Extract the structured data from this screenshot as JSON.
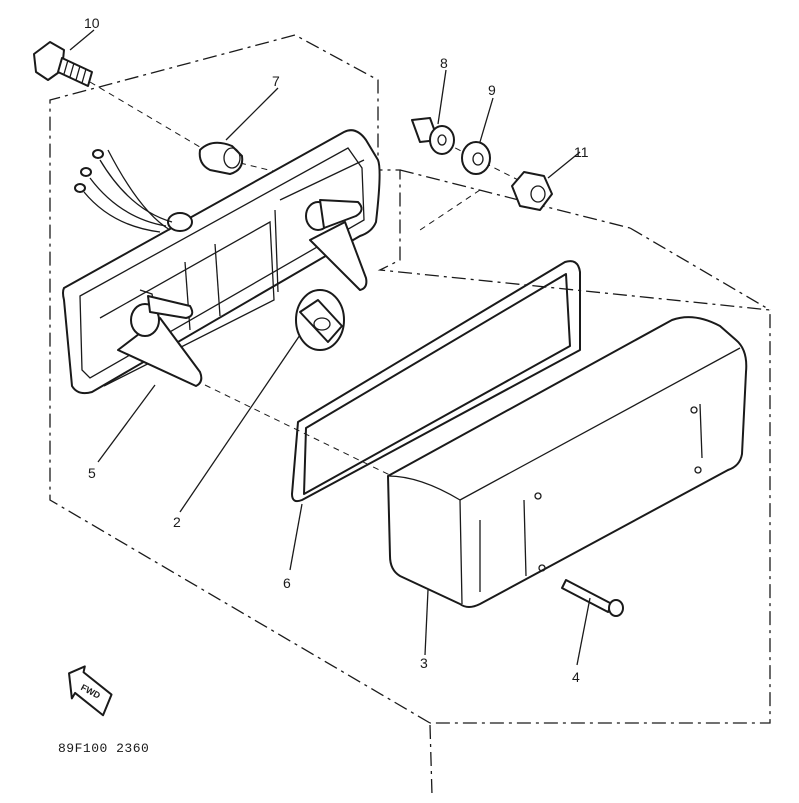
{
  "callouts": {
    "c1": "2",
    "c2": "3",
    "c3": "4",
    "c4": "5",
    "c5": "6",
    "c6": "7",
    "c7": "8",
    "c8": "9",
    "c9": "10",
    "c10": "11"
  },
  "direction_label": "FWD",
  "drawing_code": "89F100 2360"
}
